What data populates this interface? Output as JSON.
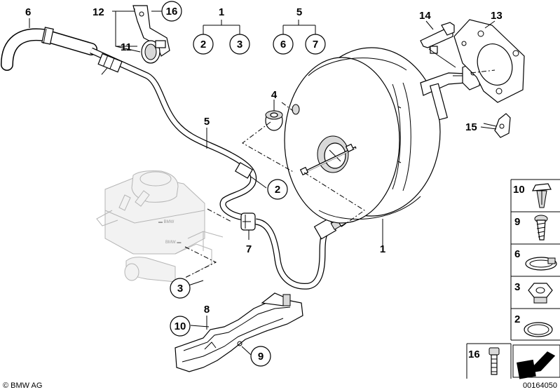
{
  "callouts": {
    "c1_main": "1",
    "c1_header": "1",
    "c1_left": "2",
    "c1_right": "3",
    "c2_hose": "2",
    "c3_master": "3",
    "c4_grommet": "4",
    "c5_header": "5",
    "c5_left": "6",
    "c5_right": "7",
    "c5_hose": "5",
    "c6_hose": "6",
    "c7": "7",
    "c8": "8",
    "c9": "9",
    "c10": "10",
    "c11": "11",
    "c12": "12",
    "c13": "13",
    "c14": "14",
    "c15": "15",
    "c16": "16"
  },
  "sidebar": [
    {
      "label": "10",
      "icon": "expanding-rivet-icon"
    },
    {
      "label": "9",
      "icon": "screw-icon"
    },
    {
      "label": "6",
      "icon": "hose-clamp-icon"
    },
    {
      "label": "3",
      "icon": "hex-nut-icon"
    },
    {
      "label": "2",
      "icon": "seal-ring-icon"
    }
  ],
  "footer": {
    "brand": "© BMW AG",
    "part_16_label": "16",
    "diagram_number": "00164050"
  }
}
